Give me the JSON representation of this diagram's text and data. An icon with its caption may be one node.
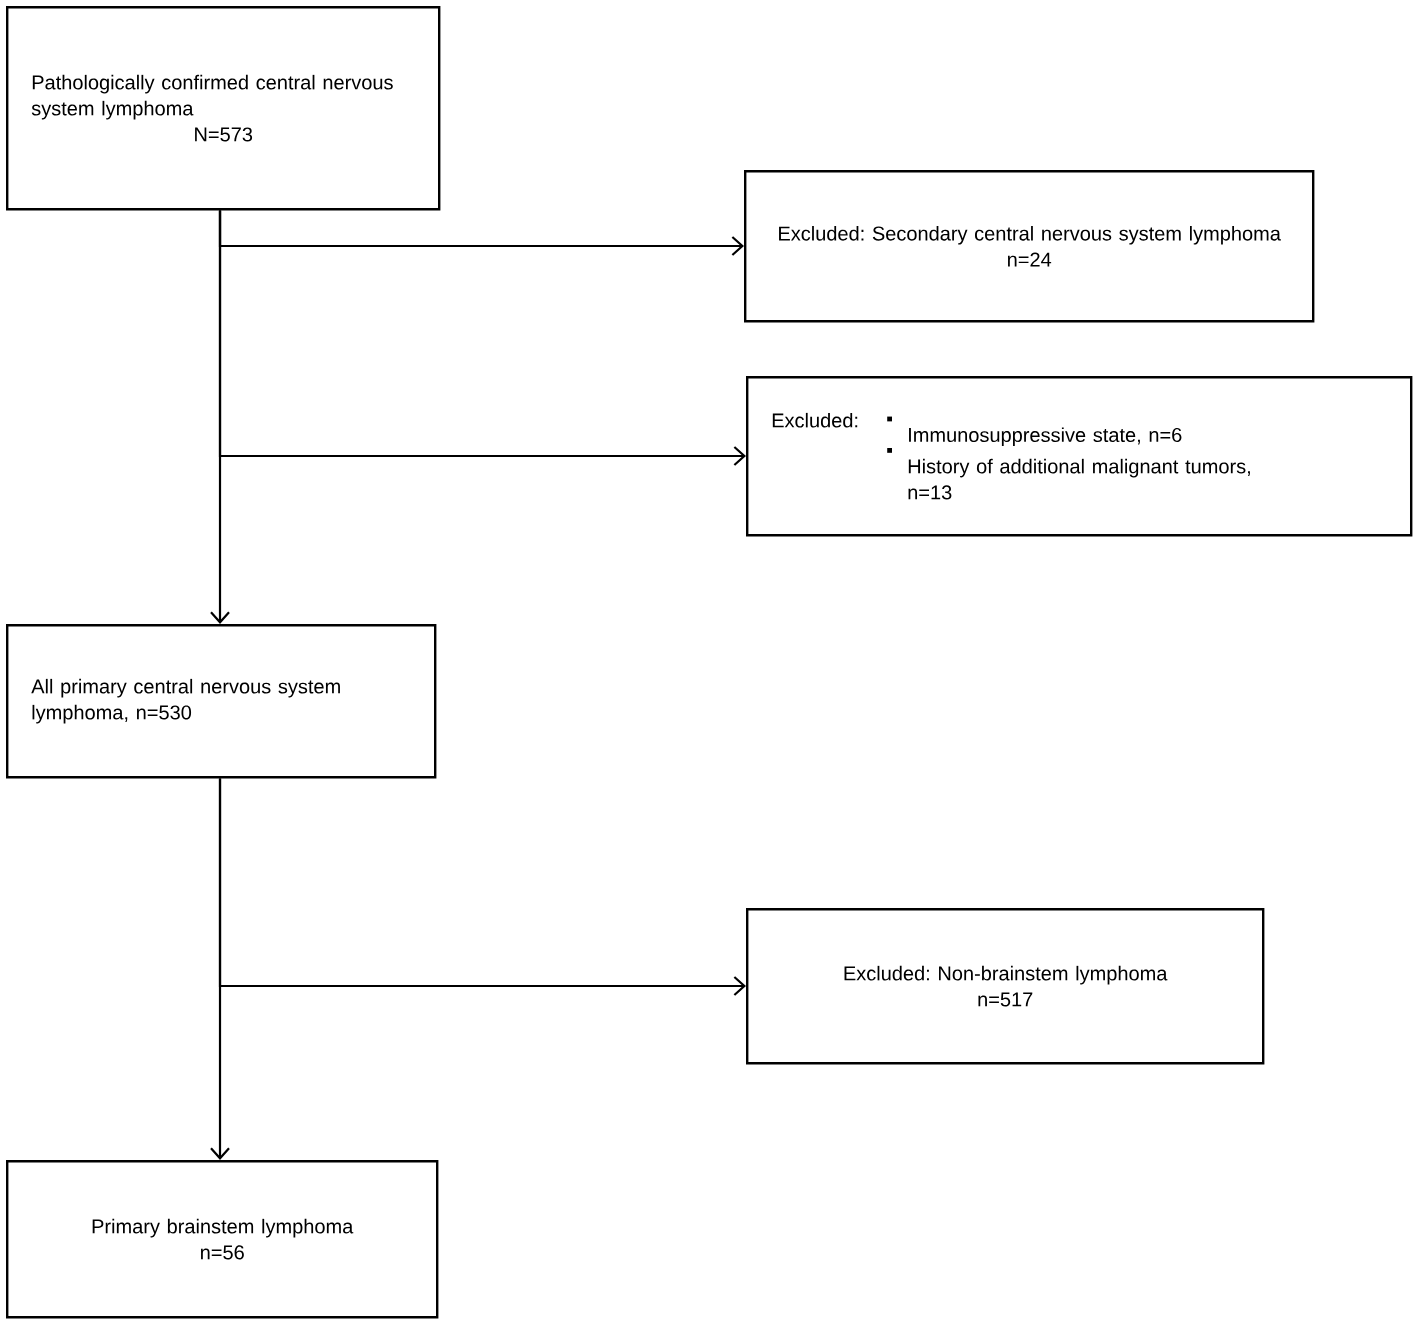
{
  "diagram": {
    "nodes": [
      {
        "text": [
          "Pathologically confirmed central nervous system lymphoma",
          "N=573"
        ]
      },
      {
        "text": [
          "Excluded: Secondary central nervous system lymphoma",
          "n=24"
        ]
      },
      {
        "text": [
          "Excluded:",
          "Immunosuppressive state, n=6",
          "History of additional malignant tumors, n=13"
        ]
      },
      {
        "text": [
          "All primary central nervous system lymphoma, n=530"
        ]
      },
      {
        "text": [
          "Excluded: Non-brainstem lymphoma",
          "n=517"
        ]
      },
      {
        "text": [
          "Primary brainstem lymphoma",
          "n=56"
        ]
      }
    ],
    "edges": [
      {
        "from": 0,
        "to": 1,
        "arrow": "to"
      },
      {
        "from": 0,
        "to": 2,
        "arrow": "to"
      },
      {
        "from": 0,
        "to": 3,
        "arrow": "to"
      },
      {
        "from": 3,
        "to": 4,
        "arrow": "to"
      },
      {
        "from": 3,
        "to": 5,
        "arrow": "to"
      }
    ]
  }
}
